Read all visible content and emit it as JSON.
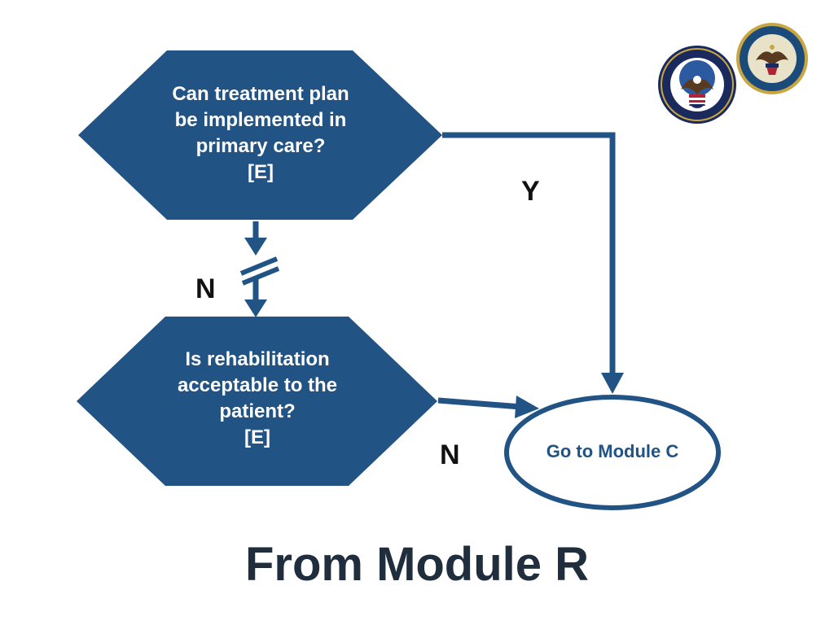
{
  "colors": {
    "node_fill": "#215385",
    "edge": "#215385",
    "oval_stroke": "#215385",
    "oval_text": "#215385",
    "title": "#1f2d3d"
  },
  "diagram": {
    "nodes": [
      {
        "id": "decision-treatment-plan",
        "shape": "hexagon",
        "lines": [
          "Can treatment plan",
          "be implemented in",
          "primary care?",
          "[E]"
        ]
      },
      {
        "id": "decision-rehabilitation",
        "shape": "hexagon",
        "lines": [
          "Is rehabilitation",
          "acceptable to the",
          "patient?",
          "[E]"
        ]
      },
      {
        "id": "terminal-module-c",
        "shape": "oval",
        "label": "Go to Module C"
      }
    ],
    "edges": [
      {
        "from": "decision-treatment-plan",
        "to": "terminal-module-c",
        "label": "Y"
      },
      {
        "from": "decision-treatment-plan",
        "to": "decision-rehabilitation",
        "label": "N"
      },
      {
        "from": "decision-rehabilitation",
        "to": "terminal-module-c",
        "label": "N"
      }
    ]
  },
  "logos": [
    {
      "name": "veterans-affairs-seal-icon"
    },
    {
      "name": "department-of-defense-seal-icon"
    }
  ],
  "title": "From Module R"
}
